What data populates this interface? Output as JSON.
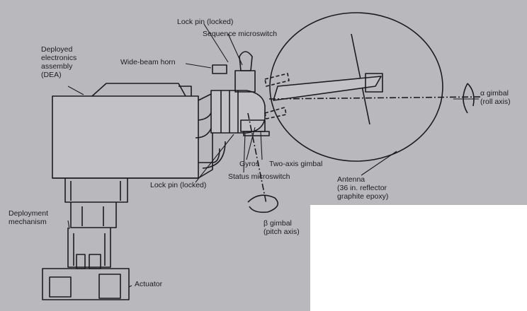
{
  "labels": {
    "dea": "Deployed\nelectronics\nassembly\n(DEA)",
    "lock_pin_top": "Lock pin (locked)",
    "sequence_microswitch": "Sequence microswitch",
    "wide_beam_horn": "Wide-beam horn",
    "alpha_gimbal": "α gimbal\n(roll axis)",
    "gyros": "Gyros",
    "two_axis_gimbal": "Two-axis gimbal",
    "lock_pin_bottom": "Lock pin (locked)",
    "status_microswitch": "Status microswitch",
    "antenna": "Antenna\n(36 in. reflector\ngraphite epoxy)",
    "beta_gimbal": "β gimbal\n(pitch axis)",
    "deployment_mechanism": "Deployment\nmechanism",
    "actuator": "Actuator"
  },
  "colors": {
    "paper": "#b9b8bd",
    "ink": "#1c1c20",
    "blank": "#ffffff"
  }
}
